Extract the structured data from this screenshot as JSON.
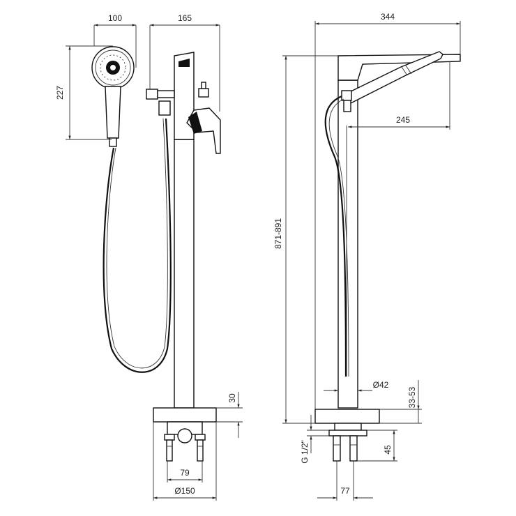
{
  "dimensions": {
    "handshower_width": "100",
    "spout_offset_front": "165",
    "handshower_height": "227",
    "total_depth": "344",
    "spout_reach": "245",
    "total_height": "871-891",
    "column_diameter": "Ø42",
    "base_height": "30",
    "base_thickness_range": "33-53",
    "connection_thread": "G 1/2\"",
    "connection_depth": "45",
    "connection_spacing_front": "79",
    "base_diameter": "Ø150",
    "connection_spacing_side": "77"
  },
  "colors": {
    "line": "#111111",
    "background": "#ffffff"
  }
}
